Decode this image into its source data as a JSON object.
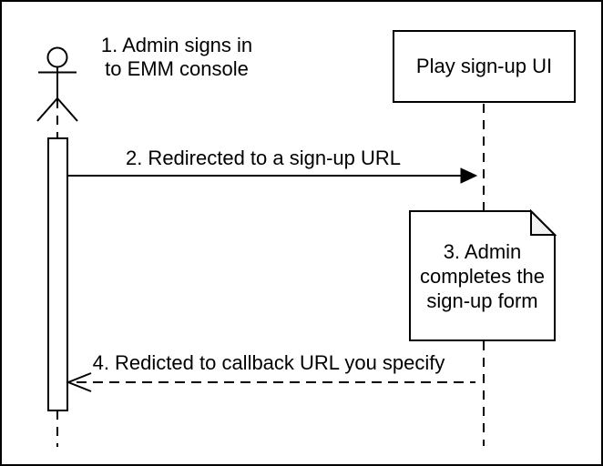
{
  "diagram": {
    "actor_label": "1. Admin signs in\nto EMM console",
    "participant_label": "Play sign-up UI",
    "messages": [
      {
        "label": "2. Redirected to a sign-up URL",
        "type": "solid-filled-arrow"
      },
      {
        "label": "4. Redicted to callback URL you specify",
        "type": "dashed-open-arrow"
      }
    ],
    "note_label": "3. Admin\ncompletes the\nsign-up form",
    "colors": {
      "stroke": "#000000",
      "background": "#ffffff",
      "note_fold_fill": "#f2f2f2"
    }
  }
}
